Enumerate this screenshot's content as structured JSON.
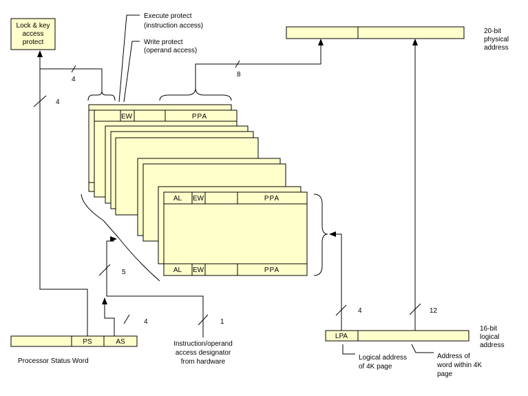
{
  "lock_key_box": {
    "line1": "Lock & key",
    "line2": "access",
    "line3": "protect"
  },
  "execute_protect": {
    "line1": "Execute protect",
    "line2": "(instruction access)"
  },
  "write_protect": {
    "line1": "Write protect",
    "line2": "(operand access)"
  },
  "physical_address": {
    "line1": "20-bit",
    "line2": "physical",
    "line3": "address"
  },
  "logical_address": {
    "line1": "16-bit",
    "line2": "logical",
    "line3": "address",
    "lpa_label": "LPA"
  },
  "psw": {
    "ps_label": "PS",
    "as_label": "AS",
    "caption": "Processor Status Word"
  },
  "table_fields": {
    "al": "AL",
    "ew": "EW",
    "ppa": "PPA",
    "al_partial": "AL",
    "ew_partial": "EW"
  },
  "bus_widths": {
    "lock_in": "4",
    "ps_up": "4",
    "ppa_out": "8",
    "as_in": "5",
    "as_out": "4",
    "designator": "1",
    "lpa": "4",
    "word": "12"
  },
  "designator_caption": {
    "line1": "Instruction/operand",
    "line2": "access designator",
    "line3": "from hardware"
  },
  "lpa_caption": {
    "line1": "Logical address",
    "line2": "of 4K page"
  },
  "word_caption": {
    "line1": "Address of",
    "line2": "word within 4K",
    "line3": "page"
  }
}
